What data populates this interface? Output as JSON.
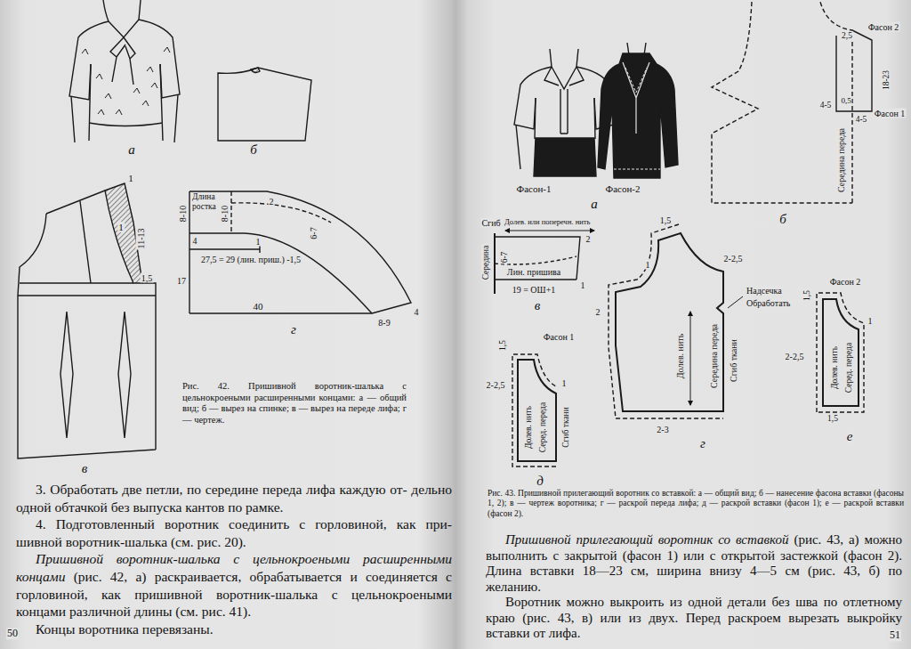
{
  "diagram": {
    "nodes": [
      {
        "text": [
          "Середина переда"
        ]
      },
      {
        "text": [
          "Долев. нить",
          "Середина переда",
          "Сгиб ткани"
        ]
      },
      {
        "text": [
          "Долев. нить",
          "Серед. переда",
          "Сгиб ткани"
        ]
      },
      {
        "text": [
          "Долев. нить",
          "Серед. переда"
        ]
      }
    ],
    "labels": [
      "а",
      "б",
      "1",
      "1",
      "11-13",
      "1,5",
      "в",
      "8-10",
      "Длина ростка",
      "8-10",
      "2",
      "4",
      "1",
      "6-7",
      "27,5 = 29 (лин. приш.) -1,5",
      "17",
      "40",
      "8-9",
      "4",
      "г",
      "Рис. 42. Пришивной воротник-шалька с цельнокроеными расширенными концами: а — общий вид; б — вырез на спинке; в — вырез на переде лифа; г — чертеж.",
      "3. Обработать две петли, по середине переда лифа каждую от- дельно одной обтачкой без выпуска кантов по рамке.",
      "4. Подготовленный воротник соединить с горловиной, как при- шивной воротник-шалька (см. рис. 20).",
      "Пришивной воротник-шалька с цельнокроеными расширенными концами",
      "(рис. 42, а) раскраивается, обрабатывается и соединяется с горловиной, как пришивной воротник-шалька с цельнокроеными концами различной длины (см. рис. 41).",
      "Концы воротника перевязаны.",
      "50",
      "Фасон-1",
      "Фасон-2",
      "а",
      "Фасон 2",
      "2,5",
      "18-23",
      "4-5",
      "0,5",
      "4-5",
      "Фасон 1",
      "б",
      "Сгиб",
      "Долев. или поперечн. нить",
      "Середина",
      "6-7",
      "2",
      "Лин. пришива",
      "19 = ОШ+1",
      "1",
      "в",
      "1,5",
      "2-2,5",
      "1",
      "2",
      "Надсечка",
      "Обработать",
      "2-3",
      "г",
      "Фасон 1",
      "1,5",
      "2-2,5",
      "1",
      "д",
      "Фасон 2",
      "1,5",
      "1",
      "2-2,5",
      "1,5",
      "е",
      "Рис. 43. Пришивной прилегающий воротник со вставкой: а — общий вид; б — нанесение фасона вставки (фасоны 1, 2); в — чертеж воротника; г — раскрой переда лифа; д — раскрой вставки (фасон 1); е — раскрой вставки (фасон 2).",
      "Пришивной прилегающий воротник со вставкой",
      "(рис. 43, а) можно выполнить с закрытой (фасон 1) или с открытой застежкой (фасон 2). Длина вставки 18—23 см, ширина внизу 4—5 см (рис. 43, б) по желанию.",
      "Воротник можно выкроить из одной детали без шва по отлетному краю (рис. 43, в) или из двух. Перед раскроем вырезать выкройку вставки от лифа.",
      "51"
    ]
  }
}
